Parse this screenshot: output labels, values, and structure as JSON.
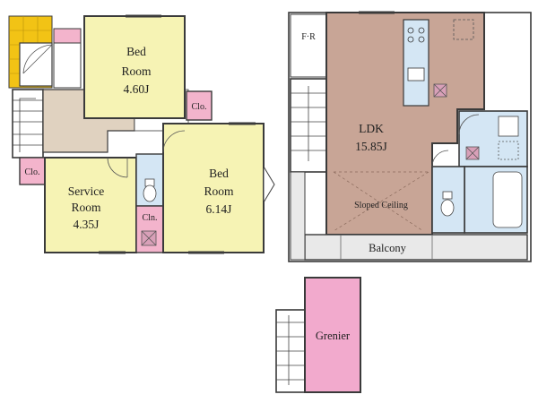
{
  "rooms": {
    "bed1": {
      "name": "Bed",
      "sub": "Room",
      "size": "4.60J"
    },
    "bed2": {
      "name": "Bed",
      "sub": "Room",
      "size": "6.14J"
    },
    "service": {
      "name": "Service",
      "sub": "Room",
      "size": "4.35J"
    },
    "ldk": {
      "name": "LDK",
      "size": "15.85J"
    }
  },
  "labels": {
    "clo": "Clo.",
    "cln": "Cln.",
    "sloped": "Sloped Ceiling",
    "balcony": "Balcony",
    "fr": "F·R",
    "grenier": "Grenier"
  },
  "colors": {
    "yellow_room": "#f6f3b4",
    "closet_pink": "#f3b4cc",
    "ldk_tan": "#c8a596",
    "hall_beige": "#e0d2c0",
    "wet_blue": "#d4e6f4",
    "grenier_pink": "#f2aacd",
    "porch_yellow": "#f2c315",
    "balcony_gray": "#e9e9e9",
    "wall": "#3a3a3a"
  }
}
